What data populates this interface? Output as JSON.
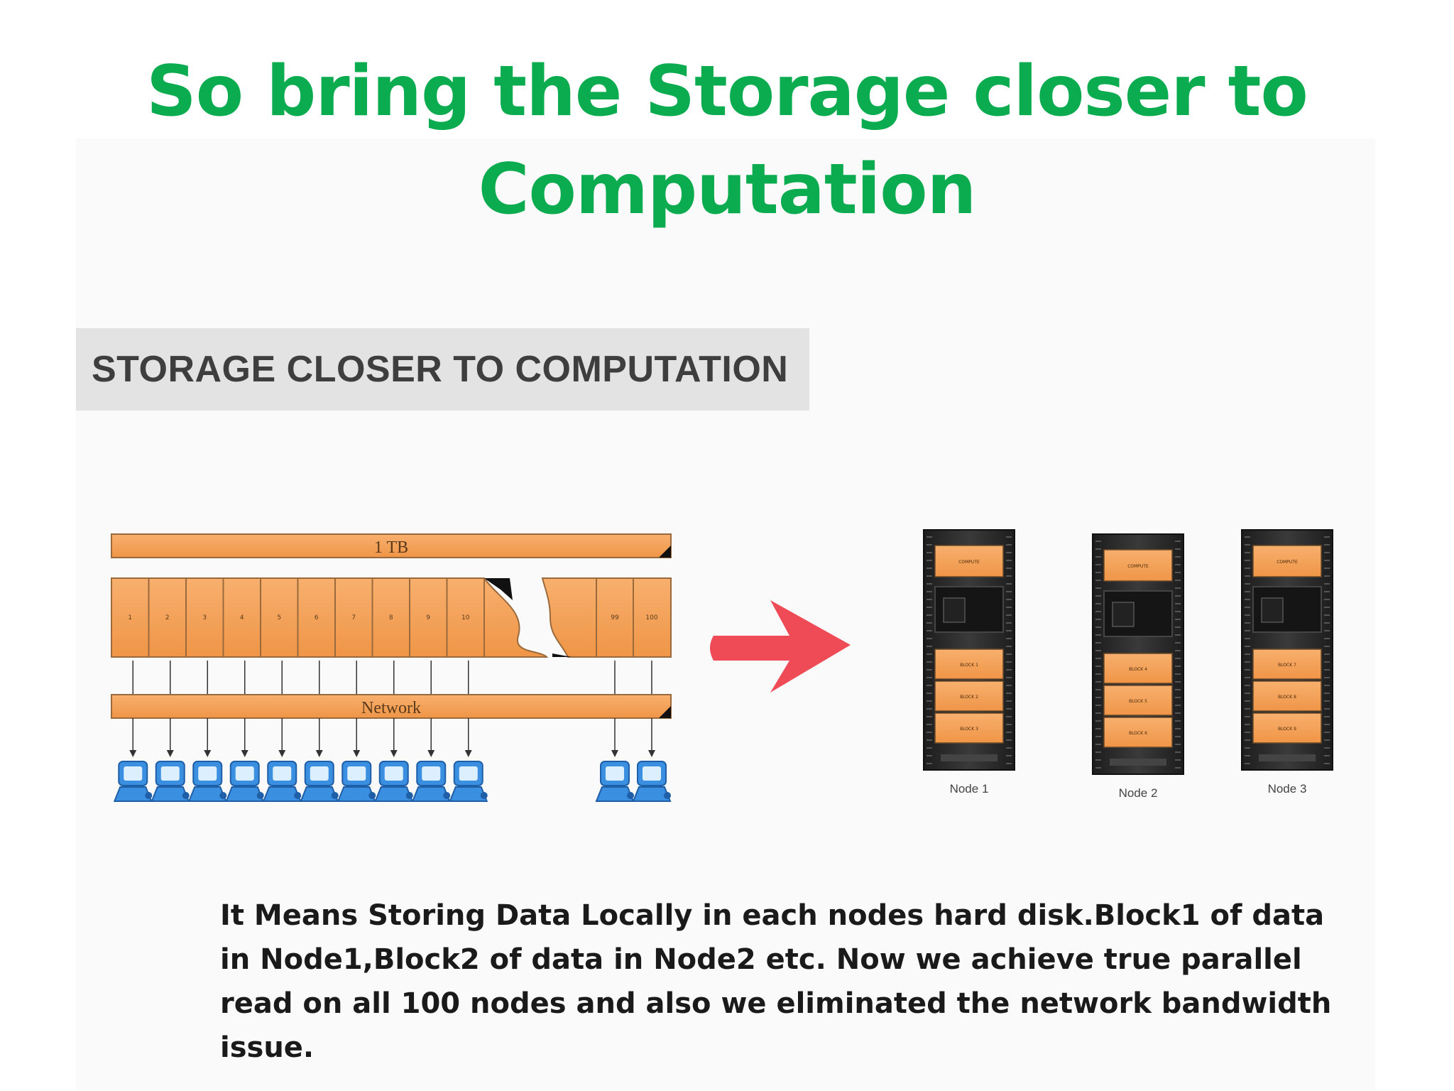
{
  "slide": {
    "title_line1": "So bring the Storage closer to",
    "title_line2": "Computation",
    "banner": "STORAGE CLOSER TO COMPUTATION",
    "caption": "It Means Storing Data Locally in each nodes hard disk.Block1 of data in Node1,Block2 of data in Node2 etc. Now we achieve true parallel read on all 100 nodes and also we eliminated the network bandwidth issue."
  },
  "diagram": {
    "storage_label": "1 TB",
    "network_label": "Network",
    "blocks": [
      "1",
      "2",
      "3",
      "4",
      "5",
      "6",
      "7",
      "8",
      "9",
      "10"
    ],
    "end_blocks": [
      "99",
      "100"
    ],
    "nodes": [
      {
        "label": "Node 1",
        "panels": [
          "COMPUTE",
          "BLOCK 1",
          "BLOCK 2",
          "BLOCK 3"
        ]
      },
      {
        "label": "Node 2",
        "panels": [
          "COMPUTE",
          "BLOCK 4",
          "BLOCK 5",
          "BLOCK 6"
        ]
      },
      {
        "label": "Node 3",
        "panels": [
          "COMPUTE",
          "BLOCK 7",
          "BLOCK 8",
          "BLOCK 9"
        ]
      }
    ],
    "colors": {
      "orange": "#f6a25a",
      "arrow": "#ee4b56",
      "title": "#0bab4f",
      "computer": "#3a8fe0"
    }
  }
}
